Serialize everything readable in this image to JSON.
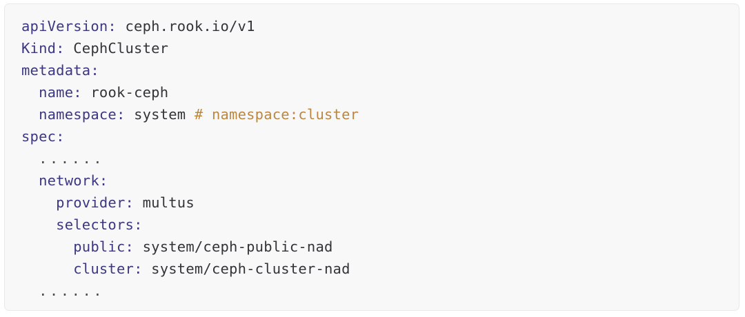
{
  "code_block": {
    "language": "yaml",
    "background_color": "#f8f8f9",
    "border_color": "#e9e9ec",
    "colors": {
      "key": "#3b3781",
      "value": "#333338",
      "comment": "#bb8640",
      "ellipsis": "#4a4a4f"
    },
    "lines": [
      {
        "indent": "",
        "key": "apiVersion",
        "sep": ": ",
        "value": "ceph.rook.io/v1",
        "comment": ""
      },
      {
        "indent": "",
        "key": "Kind",
        "sep": ": ",
        "value": "CephCluster",
        "comment": ""
      },
      {
        "indent": "",
        "key": "metadata",
        "sep": ":",
        "value": "",
        "comment": ""
      },
      {
        "indent": "  ",
        "key": "name",
        "sep": ": ",
        "value": "rook-ceph",
        "comment": ""
      },
      {
        "indent": "  ",
        "key": "namespace",
        "sep": ": ",
        "value": "system ",
        "comment": "# namespace:cluster"
      },
      {
        "indent": "",
        "key": "spec",
        "sep": ":",
        "value": "",
        "comment": ""
      },
      {
        "indent": "  ",
        "key": "",
        "sep": "",
        "value": "",
        "comment": "",
        "ellipsis": "......"
      },
      {
        "indent": "  ",
        "key": "network",
        "sep": ":",
        "value": "",
        "comment": ""
      },
      {
        "indent": "    ",
        "key": "provider",
        "sep": ": ",
        "value": "multus",
        "comment": ""
      },
      {
        "indent": "    ",
        "key": "selectors",
        "sep": ":",
        "value": "",
        "comment": ""
      },
      {
        "indent": "      ",
        "key": "public",
        "sep": ": ",
        "value": "system/ceph-public-nad",
        "comment": ""
      },
      {
        "indent": "      ",
        "key": "cluster",
        "sep": ": ",
        "value": "system/ceph-cluster-nad",
        "comment": ""
      },
      {
        "indent": "  ",
        "key": "",
        "sep": "",
        "value": "",
        "comment": "",
        "ellipsis": "......"
      }
    ]
  }
}
